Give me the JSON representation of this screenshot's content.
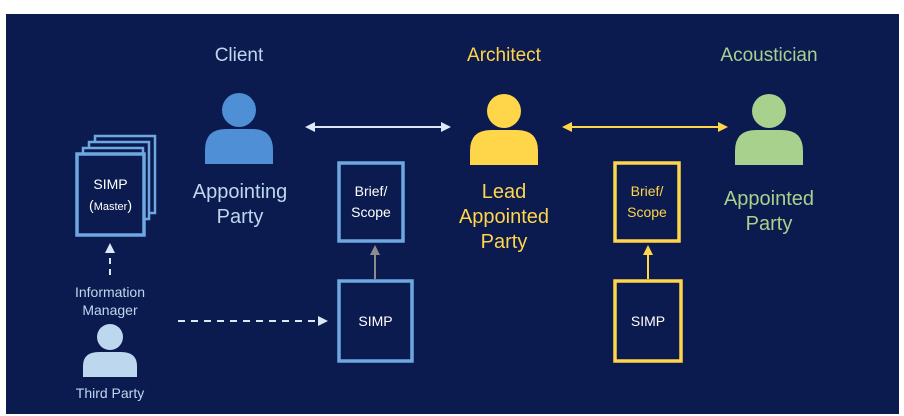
{
  "colors": {
    "background": "#0b1b4f",
    "client": "#4f8fd6",
    "architect": "#ffd54a",
    "acoustician": "#a9d18e",
    "third_party": "#bdd7ee",
    "box_blue": "#6fa8e0",
    "box_yellow": "#ffd54a",
    "connector_white": "#dce8f5",
    "connector_gray": "#8c8c8c"
  },
  "client": {
    "role": "Client",
    "party_line1": "Appointing",
    "party_line2": "Party",
    "icon": "person-icon"
  },
  "architect": {
    "role": "Architect",
    "party_line1": "Lead",
    "party_line2": "Appointed",
    "party_line3": "Party",
    "icon": "person-icon"
  },
  "acoustician": {
    "role": "Acoustician",
    "party_line1": "Appointed",
    "party_line2": "Party",
    "icon": "person-icon"
  },
  "master_simp": {
    "line1": "SIMP",
    "line2_prefix": "(",
    "line2_small": "Master",
    "line2_suffix": ")"
  },
  "information_manager": {
    "line1": "Information",
    "line2": "Manager",
    "party": "Third Party",
    "icon": "person-icon"
  },
  "client_brief": {
    "line1": "Brief/",
    "line2": "Scope"
  },
  "client_simp": {
    "label": "SIMP"
  },
  "acoustician_brief": {
    "line1": "Brief/",
    "line2": "Scope"
  },
  "acoustician_simp": {
    "label": "SIMP"
  }
}
